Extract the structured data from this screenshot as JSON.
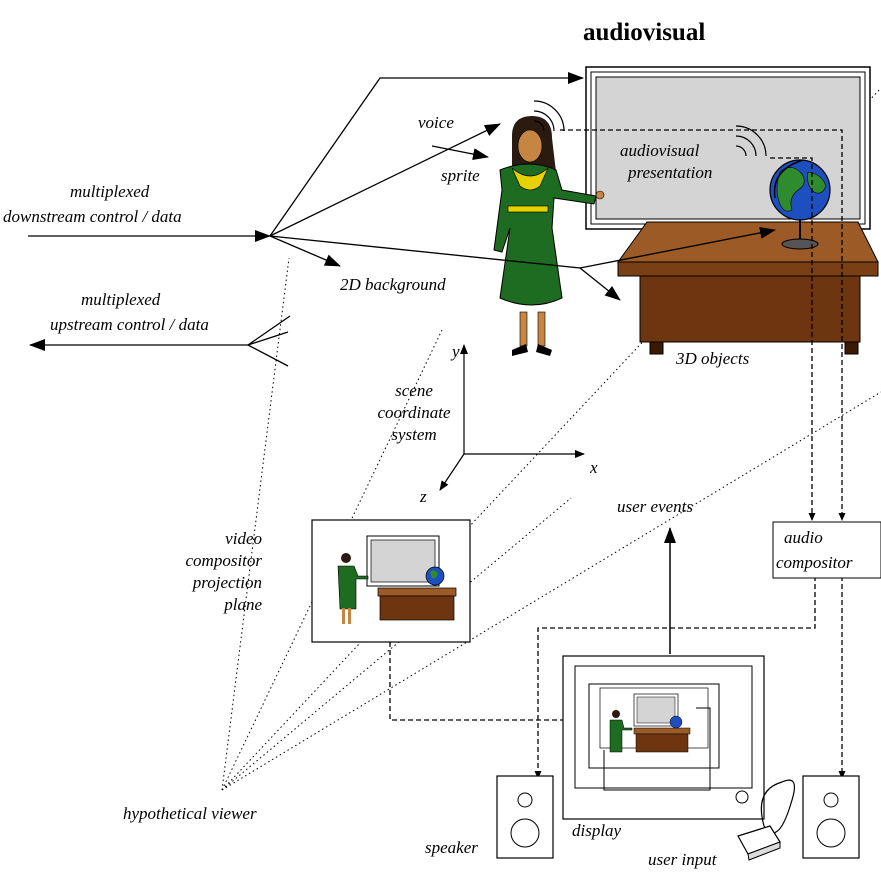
{
  "title": "audiovisual",
  "labels": {
    "voice": "voice",
    "sprite": "sprite",
    "multiplexed_down_1": "multiplexed",
    "multiplexed_down_2": "downstream control / data",
    "multiplexed_up_1": "multiplexed",
    "multiplexed_up_2": "upstream control / data",
    "background_2d": "2D background",
    "av_presentation_1": "audiovisual",
    "av_presentation_2": "presentation",
    "objects_3d": "3D objects",
    "axis_y": "y",
    "axis_x": "x",
    "axis_z": "z",
    "scene_1": "scene",
    "scene_2": "coordinate",
    "scene_3": "system",
    "video_1": "video",
    "video_2": "compositor",
    "video_3": "projection",
    "video_4": "plane",
    "user_events": "user events",
    "audio_compositor_1": "audio",
    "audio_compositor_2": "compositor",
    "hypothetical_viewer": "hypothetical viewer",
    "speaker": "speaker",
    "display": "display",
    "user_input": "user input"
  },
  "colors": {
    "screen_fill": "#d4d4d4",
    "desk_wood": "#8b4513",
    "desk_dark": "#5a2d0c",
    "dress_green": "#1e6b22",
    "globe_blue": "#1f4fbf",
    "globe_green": "#2e8b2e",
    "sash_yellow": "#e6d200"
  }
}
